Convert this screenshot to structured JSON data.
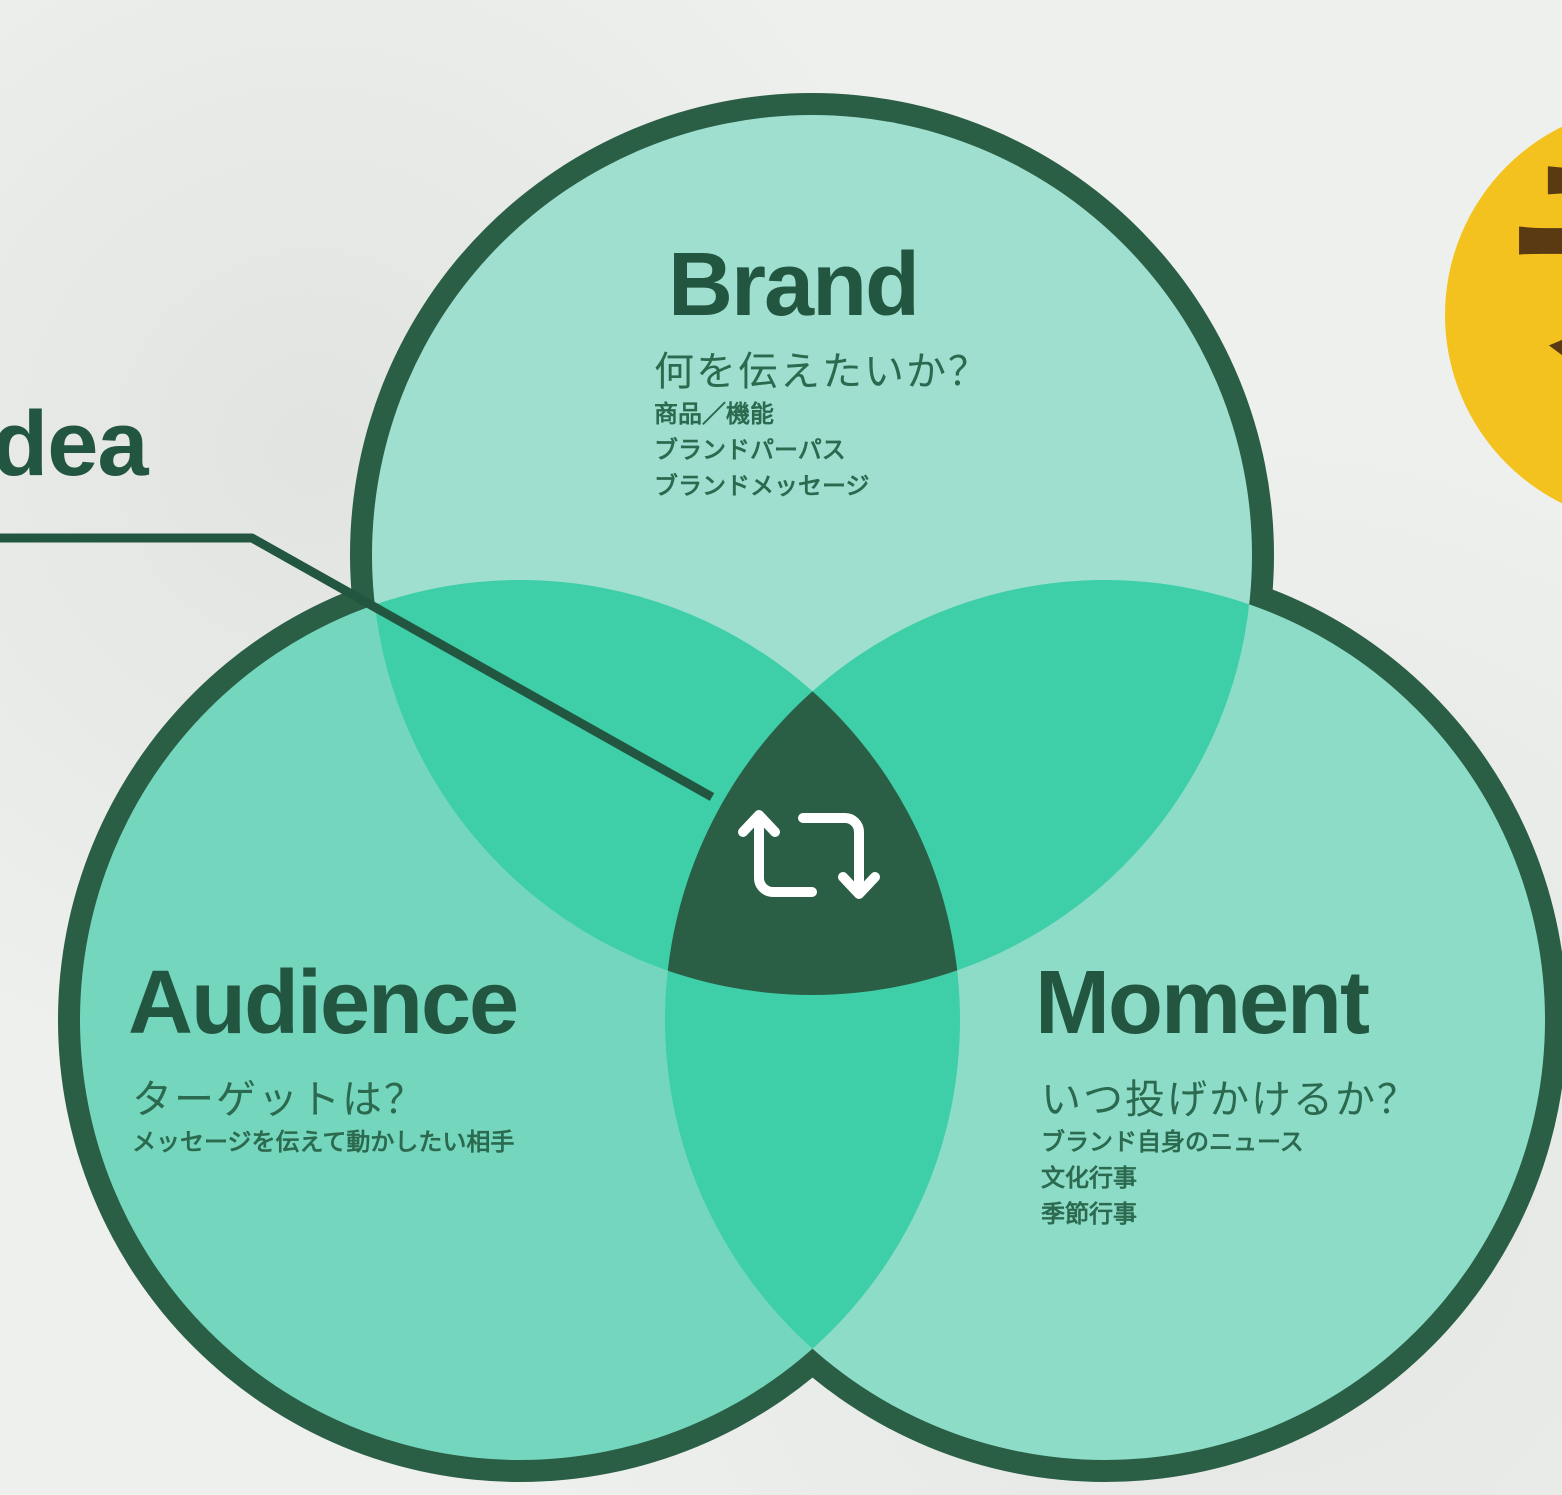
{
  "colors": {
    "background": "#eef0ee",
    "outline": "#2a5e45",
    "circle_brand": "#9fdfcf",
    "circle_audience": "#74d6bd",
    "circle_moment": "#8ddcc8",
    "pair_overlap": "#3ecfa8",
    "center_overlap": "#2a5e45",
    "heading_text": "#235640",
    "sticker": "#f4c21e"
  },
  "idea_label": "dea",
  "center_icon": "retweet-icon",
  "sticker_glyph": "テ",
  "circles": {
    "brand": {
      "title": "Brand",
      "question": "何を伝えたいか？",
      "details": [
        "商品／機能",
        "ブランドパーパス",
        "ブランドメッセージ"
      ]
    },
    "audience": {
      "title": "Audience",
      "question": "ターゲットは？",
      "details": [
        "メッセージを伝えて動かしたい相手"
      ]
    },
    "moment": {
      "title": "Moment",
      "question": "いつ投げかけるか？",
      "details": [
        "ブランド自身のニュース",
        "文化行事",
        "季節行事"
      ]
    }
  }
}
